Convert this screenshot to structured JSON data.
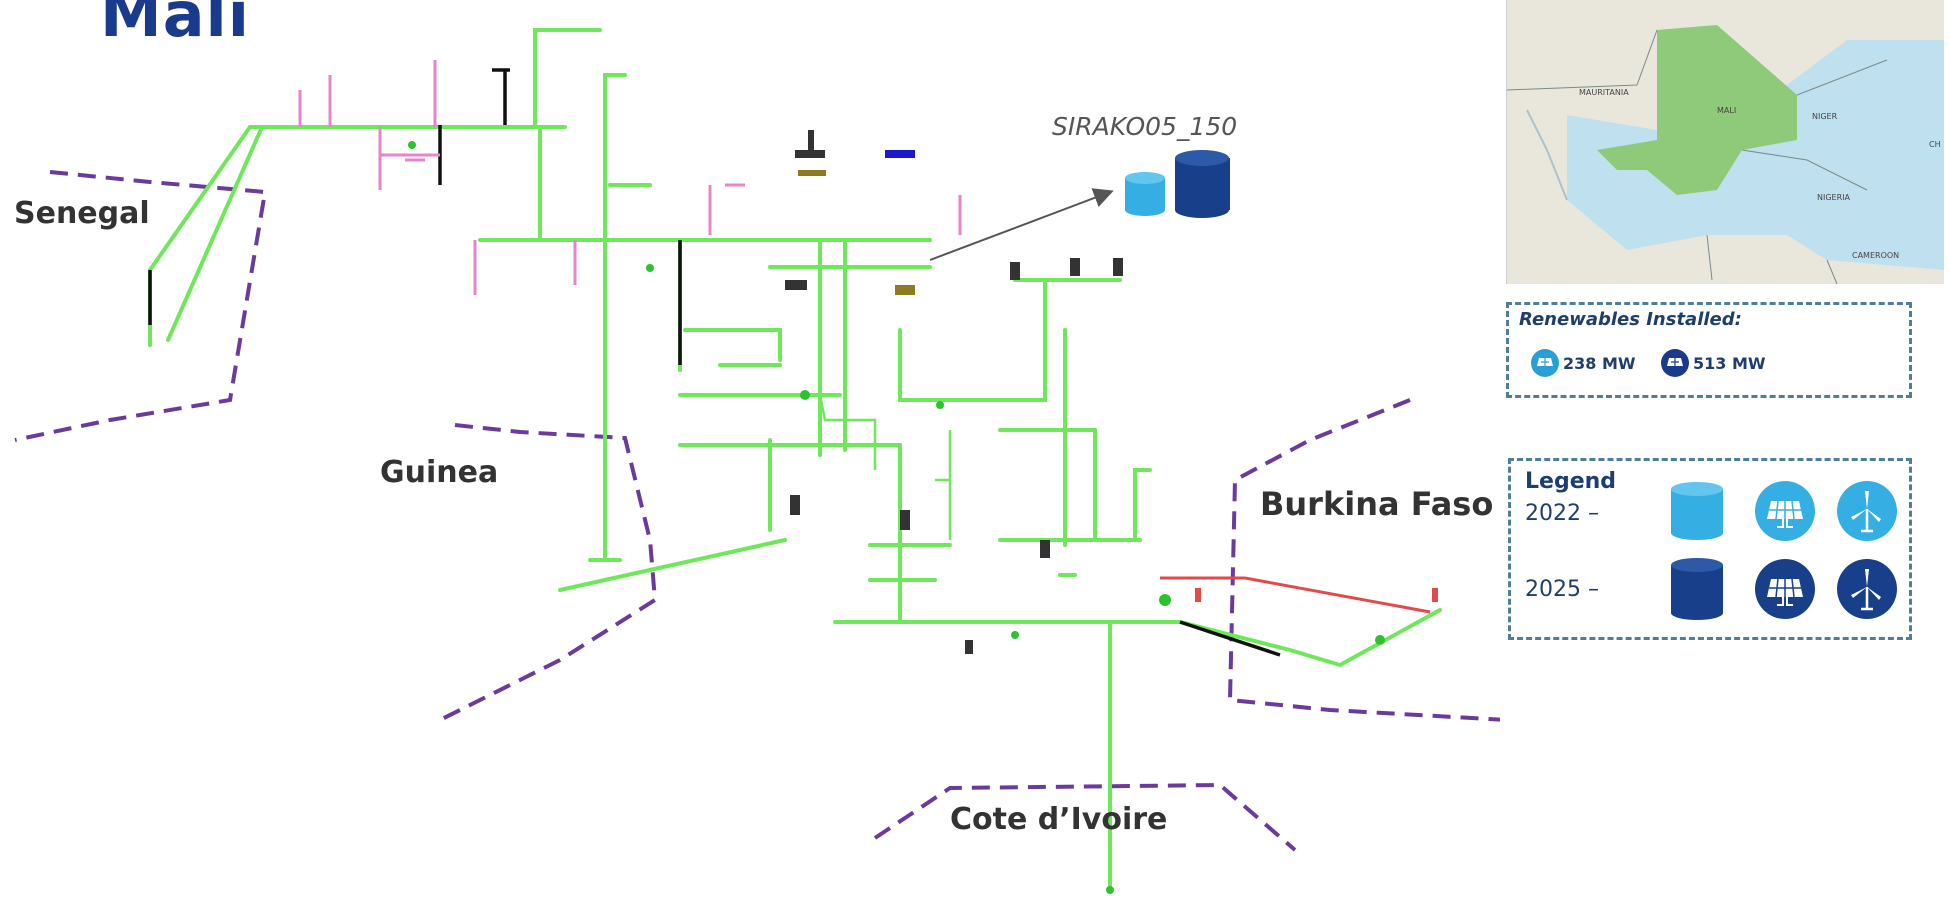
{
  "title": "Mali",
  "countries": {
    "senegal": "Senegal",
    "guinea": "Guinea",
    "burkina_faso": "Burkina Faso",
    "cote_divoire": "Cote d’Ivoire"
  },
  "callout": {
    "substation": "SIRAKO05_150"
  },
  "map": {
    "labels": {
      "mauritania": "MAURITANIA",
      "mali": "MALI",
      "niger": "NIGER",
      "nigeria": "NIGERIA",
      "cameroon": "CAMEROON",
      "chad": "CH"
    },
    "colors": {
      "mali": "#8fc97a",
      "region": "#bfe0ef",
      "land": "#e9e6dc"
    }
  },
  "renewables": {
    "title": "Renewables Installed:",
    "items": [
      {
        "value": "238 MW",
        "icon": "solar-panel-icon",
        "color": "#2a9fd6"
      },
      {
        "value": "513 MW",
        "icon": "solar-panel-icon",
        "color": "#1a3a8c"
      }
    ]
  },
  "legend": {
    "title": "Legend",
    "rows": [
      {
        "year": "2022 –",
        "color": "#35aee4",
        "icons": [
          "storage-icon",
          "solar-panel-icon",
          "wind-turbine-icon"
        ]
      },
      {
        "year": "2025 –",
        "color": "#173f8a",
        "icons": [
          "storage-icon",
          "solar-panel-icon",
          "wind-turbine-icon"
        ]
      }
    ]
  },
  "colors": {
    "line": "#6ee85a",
    "border": "#6a3a9c",
    "interconnector": "#e24a4a",
    "pink_gen": "#e884c8",
    "title": "#1a3a8c"
  }
}
